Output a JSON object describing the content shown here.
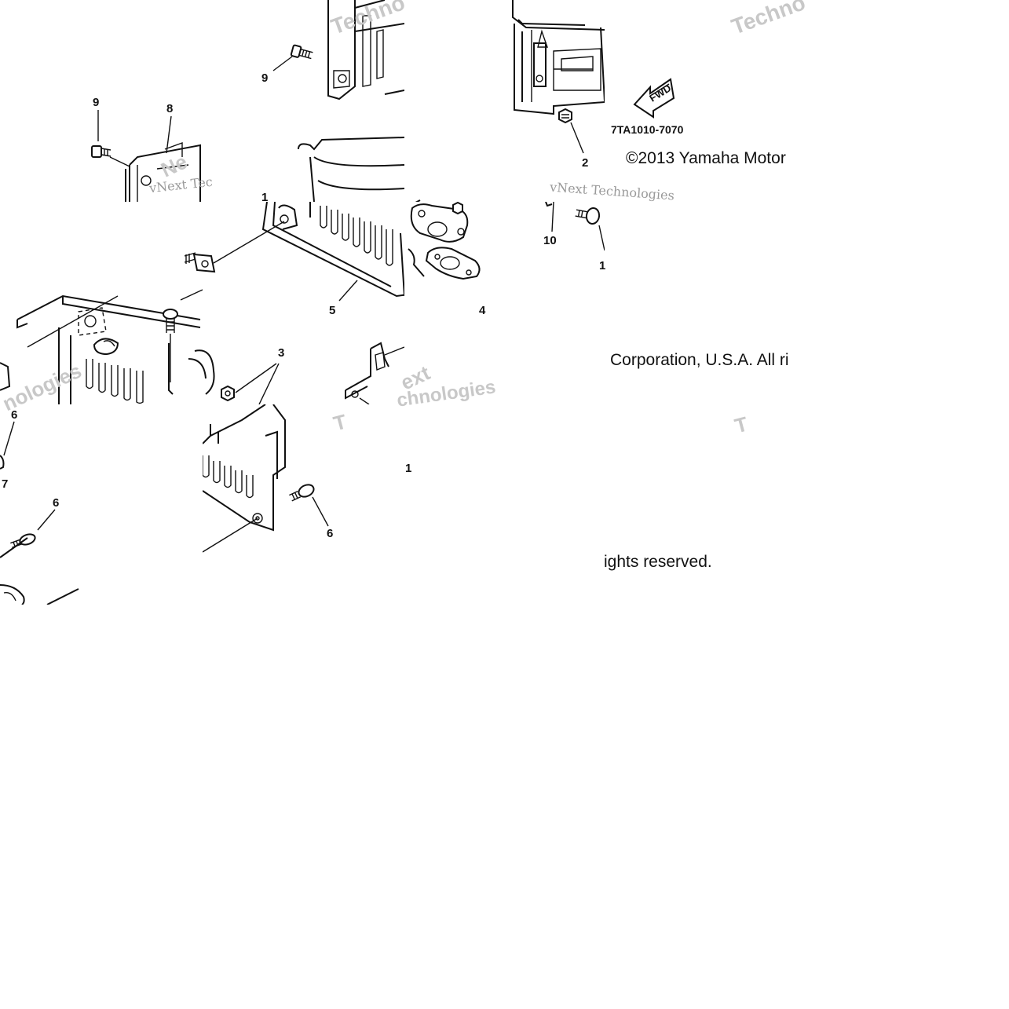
{
  "diagram": {
    "part_numbers": [
      "9",
      "9",
      "8",
      "1",
      "5",
      "4",
      "3",
      "6",
      "7",
      "6",
      "6",
      "2",
      "10",
      "1",
      "1"
    ],
    "part_code": "7TA1010-7070",
    "fwd_label": "FWD",
    "copyright": {
      "line1": "©2013 Yamaha Motor",
      "line2": "Corporation, U.S.A. All ri",
      "line3": "ights reserved."
    },
    "watermarks": {
      "brand": "vNext Technologies",
      "short_a": "Techno",
      "short_b": "Techno",
      "frag_a": "vNext Tec",
      "frag_b": "nologies",
      "frag_c": "ext",
      "frag_d": "chnologies",
      "frag_e": "Ne",
      "frag_f": "T",
      "frag_g": "T"
    }
  }
}
